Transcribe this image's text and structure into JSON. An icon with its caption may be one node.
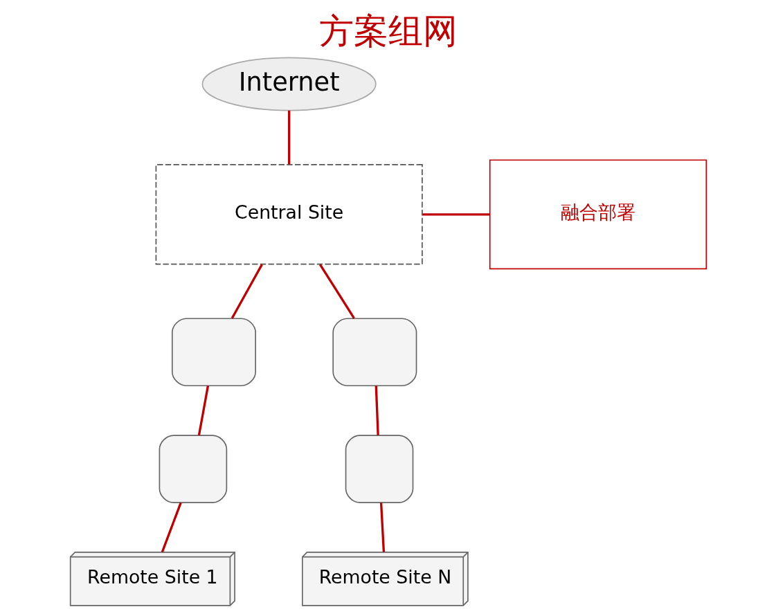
{
  "diagram": {
    "title": "方案组网",
    "nodes": [
      {
        "text": [
          "Internet"
        ]
      },
      {
        "text": [
          "Central Site"
        ]
      },
      {
        "text": [
          "融合部署"
        ]
      },
      {
        "text": [],
        "shape": "box"
      },
      {
        "text": [],
        "shape": "box"
      },
      {
        "text": [],
        "shape": "box"
      },
      {
        "text": [],
        "shape": "box"
      },
      {
        "text": [
          "Remote Site 1"
        ]
      },
      {
        "text": [
          "Remote Site N"
        ]
      }
    ],
    "edges": [
      {
        "from": 0,
        "to": 1,
        "arrow": "none"
      },
      {
        "from": 1,
        "to": 2,
        "arrow": "none"
      },
      {
        "from": 1,
        "to": 3,
        "arrow": "none"
      },
      {
        "from": 3,
        "to": 5,
        "arrow": "none"
      },
      {
        "from": 1,
        "to": 4,
        "arrow": "none"
      },
      {
        "from": 4,
        "to": 6,
        "arrow": "none"
      },
      {
        "from": 5,
        "to": 7,
        "arrow": "none"
      },
      {
        "from": 6,
        "to": 8,
        "arrow": "none"
      }
    ]
  }
}
